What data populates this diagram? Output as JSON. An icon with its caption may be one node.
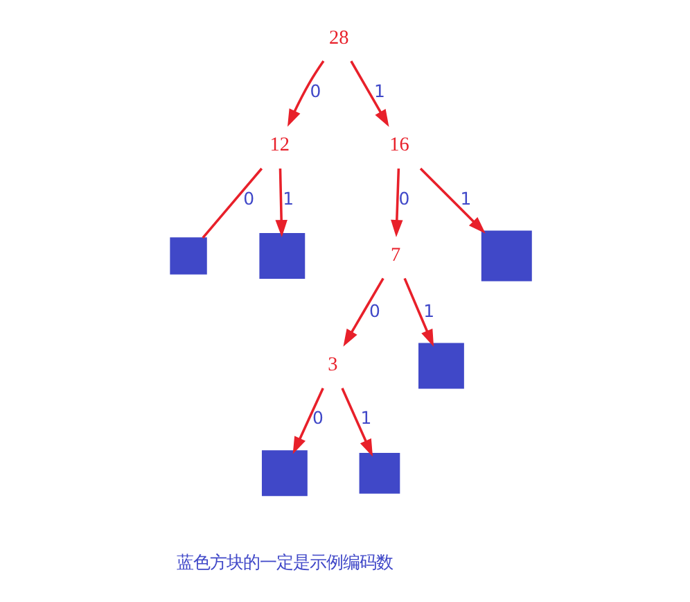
{
  "diagram": {
    "nodes": [
      {
        "text": [
          "28"
        ]
      },
      {
        "text": [
          "12"
        ]
      },
      {
        "text": [
          "16"
        ]
      },
      {
        "text": [],
        "shape": "box"
      },
      {
        "text": [],
        "shape": "box"
      },
      {
        "text": [
          "7"
        ]
      },
      {
        "text": [],
        "shape": "box"
      },
      {
        "text": [
          "3"
        ]
      },
      {
        "text": [],
        "shape": "box"
      },
      {
        "text": [],
        "shape": "box"
      },
      {
        "text": [],
        "shape": "box"
      }
    ],
    "edges": [
      {
        "from": 0,
        "to": 1,
        "arrow": "to",
        "label": "0"
      },
      {
        "from": 0,
        "to": 2,
        "arrow": "to",
        "label": "1"
      },
      {
        "from": 1,
        "to": 3,
        "arrow": "none",
        "label": "0"
      },
      {
        "from": 1,
        "to": 4,
        "arrow": "to",
        "label": "1"
      },
      {
        "from": 2,
        "to": 5,
        "arrow": "to",
        "label": "0"
      },
      {
        "from": 2,
        "to": 6,
        "arrow": "to",
        "label": "1"
      },
      {
        "from": 5,
        "to": 7,
        "arrow": "to",
        "label": "0"
      },
      {
        "from": 5,
        "to": 8,
        "arrow": "to",
        "label": "1"
      },
      {
        "from": 7,
        "to": 9,
        "arrow": "to",
        "label": "0"
      },
      {
        "from": 7,
        "to": 10,
        "arrow": "to",
        "label": "1"
      }
    ],
    "labels": [
      "蓝色方块的一定是示例编码数"
    ]
  }
}
